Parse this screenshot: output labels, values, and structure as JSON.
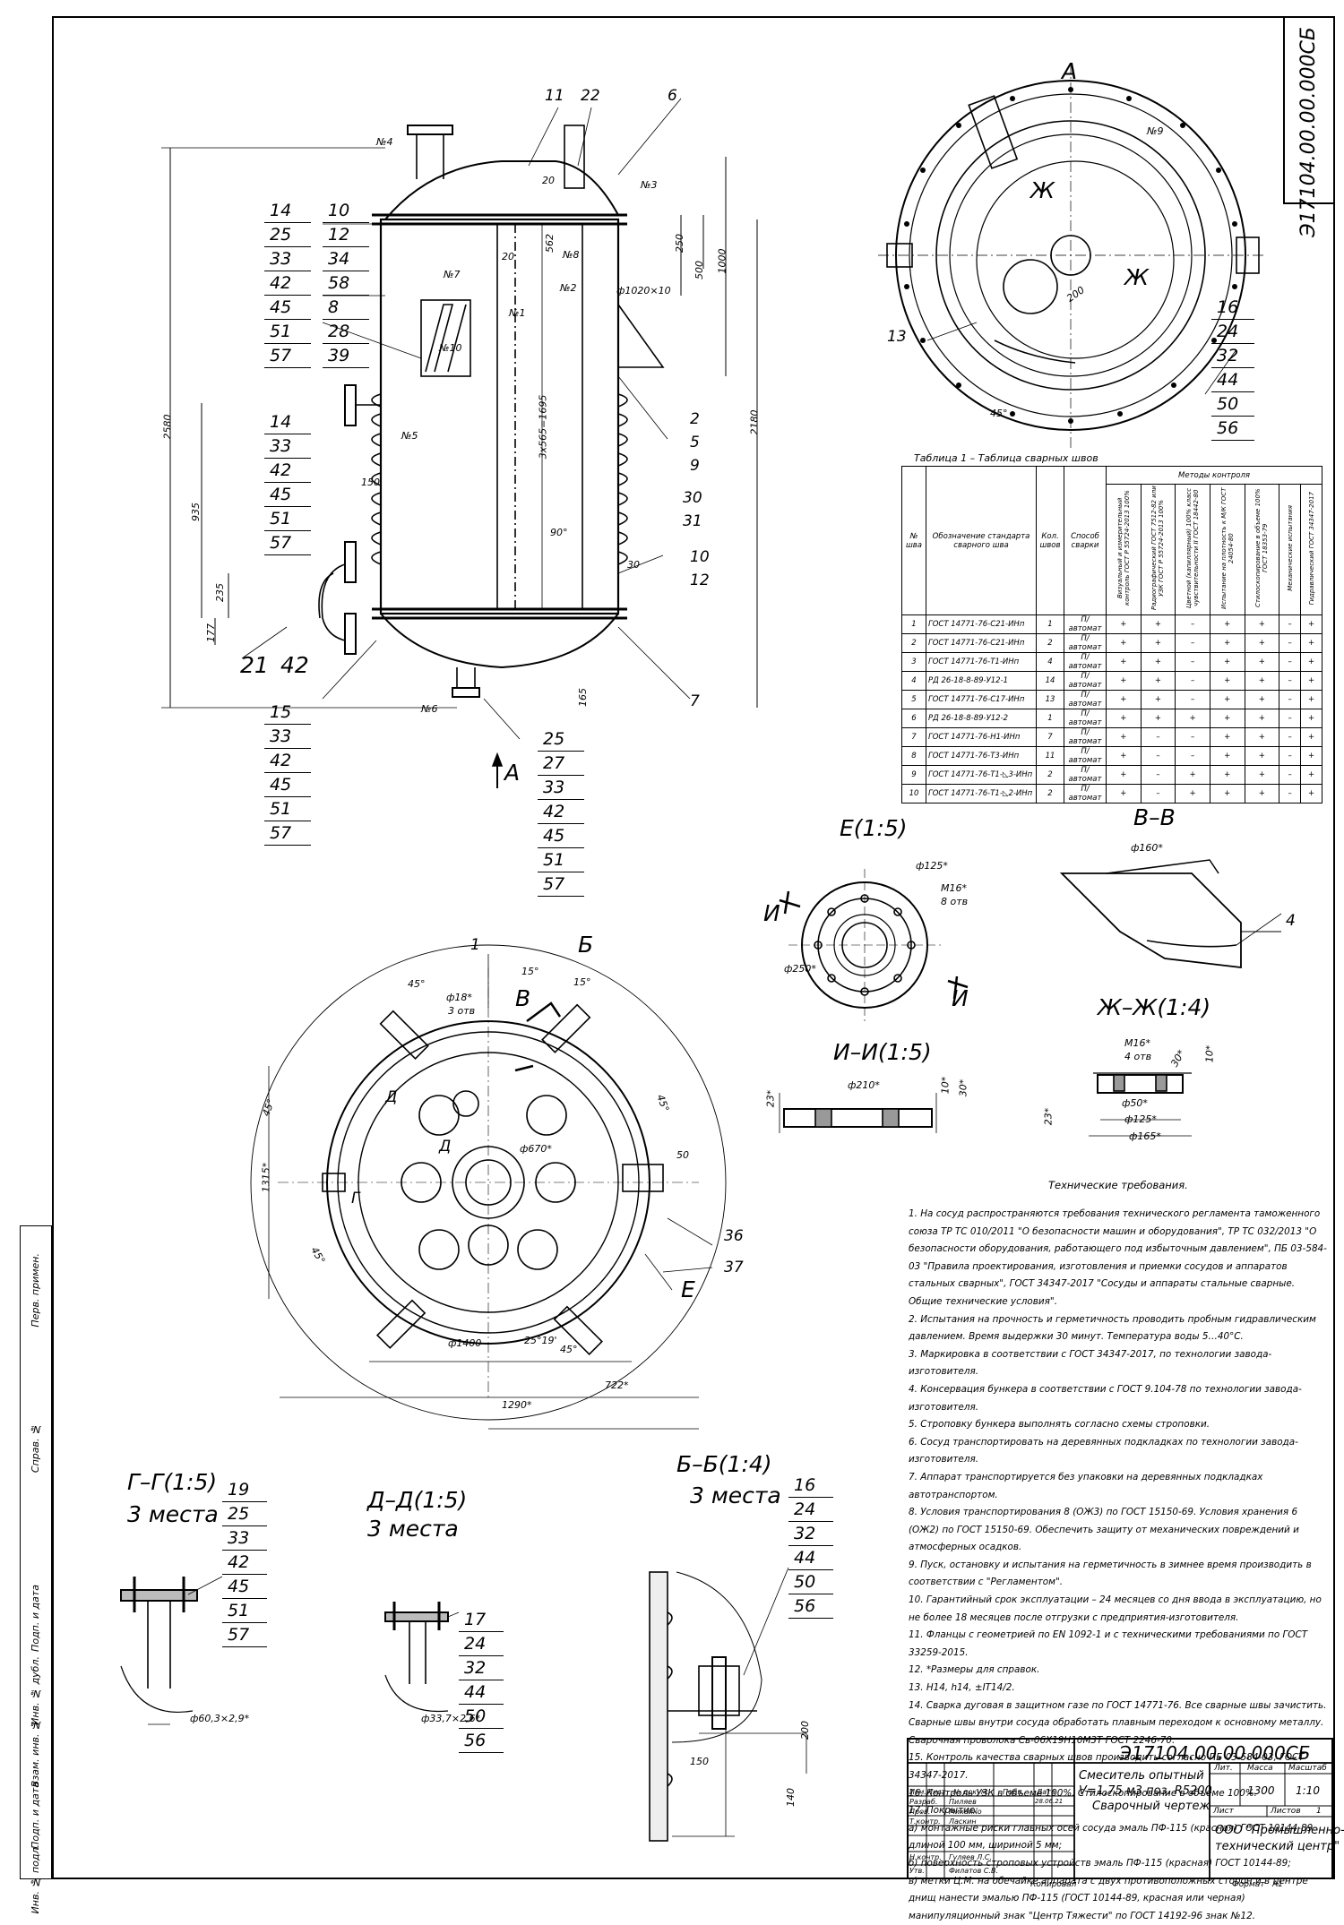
{
  "doc_code": "Э17104.00.00.000СБ",
  "views": {
    "a": "А",
    "a_arrow": "А",
    "e": "Е(1:5)",
    "vv": "В–В",
    "zhzh": "Ж–Ж(1:4)",
    "ii": "И–И(1:5)",
    "gg": "Г–Г(1:5)",
    "gg_sub": "3 места",
    "dd": "Д–Д(1:5)",
    "dd_sub": "3 места",
    "bb": "Б–Б(1:4)",
    "bb_sub": "3 места",
    "cut_b": "Б",
    "cut_v": "В",
    "cut_e": "Е",
    "cut_zh1": "Ж",
    "cut_zh2": "Ж",
    "cut_i1": "И",
    "cut_i2": "И",
    "cut_g": "Г",
    "cut_d1": "Д",
    "cut_d2": "Д"
  },
  "positions": {
    "top": [
      "11",
      "22",
      "6"
    ],
    "left_stack_1": [
      "14",
      "25",
      "33",
      "42",
      "45",
      "51",
      "57"
    ],
    "left_pairs": [
      "10",
      "12",
      "34",
      "58",
      "8",
      "28",
      "39"
    ],
    "left_stack_2": [
      "14",
      "33",
      "42",
      "45",
      "51",
      "57"
    ],
    "left_bottom_pair": [
      "21",
      "42"
    ],
    "left_stack_3": [
      "15",
      "33",
      "42",
      "45",
      "51",
      "57"
    ],
    "bottom_stack": [
      "25",
      "27",
      "33",
      "42",
      "45",
      "51",
      "57"
    ],
    "right_side": [
      "2",
      "5",
      "9",
      "30",
      "31",
      "10",
      "12",
      "7"
    ],
    "plan_stack": [
      "16",
      "24",
      "32",
      "44",
      "50",
      "56"
    ],
    "plan_13": "13",
    "view_vv_4": "4",
    "plan2_1": "1",
    "plan2_36": "36",
    "plan2_37": "37",
    "gg_stack": [
      "19",
      "25",
      "33",
      "42",
      "45",
      "51",
      "57"
    ],
    "dd_stack": [
      "17",
      "24",
      "32",
      "44",
      "50",
      "56"
    ],
    "bb_stack": [
      "16",
      "24",
      "32",
      "44",
      "50",
      "56"
    ]
  },
  "dimensions": {
    "h2580": "2580",
    "h2180": "2180",
    "h1000": "1000",
    "h500": "500",
    "h250": "250",
    "d1020": "ф1020×10",
    "h935": "935",
    "h3x565": "3х565=1695",
    "w150": "150",
    "h235": "235",
    "h177": "177",
    "w30": "30",
    "a90": "90°",
    "h165": "165",
    "w562": "562",
    "h20a": "20",
    "h20b": "20",
    "w200": "200",
    "a45": "45°",
    "d125": "ф125*",
    "m16": "М16*",
    "m16_sub": "8 отв",
    "d250": "ф250*",
    "d160": "ф160*",
    "d210": "ф210*",
    "h23": "23*",
    "h10": "10*",
    "h30": "30*",
    "zh_m16": "М16*",
    "zh_sub": "4 отв",
    "zh_d50": "ф50*",
    "zh_d125": "ф125*",
    "zh_d165": "ф165*",
    "zh_h23": "23*",
    "zh_h10": "10*",
    "zh_a30": "30*",
    "p_d18": "ф18*",
    "p_3otv": "3 отв",
    "p_15a": "15°",
    "p_15b": "15°",
    "p_45a": "45°",
    "p_45b": "45°",
    "p_45c": "45°",
    "p_45d": "45°",
    "p_45e": "45°",
    "p_1315": "1315*",
    "p_50": "50",
    "p_d670": "ф670*",
    "p_d1400": "ф1400",
    "p_2519": "25°19'",
    "p_722": "722*",
    "p_1290": "1290*",
    "gg_d": "ф60,3×2,9*",
    "dd_d": "ф33,7×2,6*",
    "bb_150": "150",
    "bb_200": "200",
    "bb_140": "140"
  },
  "weld_marks": {
    "n1": "№1",
    "n2": "№2",
    "n3": "№3",
    "n4": "№4",
    "n5": "№5",
    "n6": "№6",
    "n7": "№7",
    "n8": "№8",
    "n9": "№9",
    "n10": "№10"
  },
  "weld_table": {
    "caption": "Таблица 1 – Таблица сварных швов",
    "h_num": "№ шва",
    "h_std": "Обозначение стандарта сварного шва",
    "h_qty": "Кол. швов",
    "h_method": "Способ сварки",
    "h_control": "Методы контроля",
    "h_methods": [
      "Визуальный и измерительный контроль ГОСТ Р 55724-2013 100%",
      "Радиографический ГОСТ 7512-82 или УЗК ГОСТ Р 55724-2013 100%",
      "Цветной (капиллярный) 100% класс чувствительности II ГОСТ 18442-80",
      "Испытание на плотность к М/К ГОСТ 24054-80",
      "Стилоскопирование в объеме 100% ГОСТ 18353-79",
      "Механические испытания",
      "Гидравлический ГОСТ 34347-2017"
    ],
    "rows": [
      {
        "n": "1",
        "std": "ГОСТ 14771-76-С21-ИНп",
        "q": "1",
        "m": "П/автомат",
        "c": [
          "+",
          "+",
          "–",
          "+",
          "+",
          "–",
          "+"
        ]
      },
      {
        "n": "2",
        "std": "ГОСТ 14771-76-С21-ИНп",
        "q": "2",
        "m": "П/автомат",
        "c": [
          "+",
          "+",
          "–",
          "+",
          "+",
          "–",
          "+"
        ]
      },
      {
        "n": "3",
        "std": "ГОСТ 14771-76-Т1-ИНп",
        "q": "4",
        "m": "П/автомат",
        "c": [
          "+",
          "+",
          "–",
          "+",
          "+",
          "–",
          "+"
        ]
      },
      {
        "n": "4",
        "std": "РД 26-18-8-89-У12-1",
        "q": "14",
        "m": "П/автомат",
        "c": [
          "+",
          "+",
          "–",
          "+",
          "+",
          "–",
          "+"
        ]
      },
      {
        "n": "5",
        "std": "ГОСТ 14771-76-С17-ИНп",
        "q": "13",
        "m": "П/автомат",
        "c": [
          "+",
          "+",
          "–",
          "+",
          "+",
          "–",
          "+"
        ]
      },
      {
        "n": "6",
        "std": "РД 26-18-8-89-У12-2",
        "q": "1",
        "m": "П/автомат",
        "c": [
          "+",
          "+",
          "+",
          "+",
          "+",
          "–",
          "+"
        ]
      },
      {
        "n": "7",
        "std": "ГОСТ 14771-76-Н1-ИНп",
        "q": "7",
        "m": "П/автомат",
        "c": [
          "+",
          "–",
          "–",
          "+",
          "+",
          "–",
          "+"
        ]
      },
      {
        "n": "8",
        "std": "ГОСТ 14771-76-Т3-ИНп",
        "q": "11",
        "m": "П/автомат",
        "c": [
          "+",
          "–",
          "–",
          "+",
          "+",
          "–",
          "+"
        ]
      },
      {
        "n": "9",
        "std": "ГОСТ 14771-76-Т1-◺3-ИНп",
        "q": "2",
        "m": "П/автомат",
        "c": [
          "+",
          "–",
          "+",
          "+",
          "+",
          "–",
          "+"
        ]
      },
      {
        "n": "10",
        "std": "ГОСТ 14771-76-Т1-◺2-ИНп",
        "q": "2",
        "m": "П/автомат",
        "c": [
          "+",
          "–",
          "+",
          "+",
          "+",
          "–",
          "+"
        ]
      }
    ]
  },
  "tech_req": {
    "title": "Технические требования.",
    "items": [
      "1. На сосуд распространяются требования технического регламента таможенного союза ТР ТС 010/2011 \"О безопасности машин и оборудования\", ТР ТС 032/2013 \"О безопасности оборудования, работающего под избыточным давлением\", ПБ 03-584-03 \"Правила проектирования, изготовления и приемки сосудов и аппаратов стальных сварных\", ГОСТ 34347-2017 \"Сосуды и аппараты стальные сварные. Общие технические условия\".",
      "2. Испытания на прочность и герметичность проводить пробным гидравлическим давлением. Время выдержки 30 минут. Температура воды 5…40°С.",
      "3. Маркировка в соответствии с ГОСТ 34347-2017, по технологии завода-изготовителя.",
      "4. Консервация бункера в соответствии с ГОСТ 9.104-78 по технологии завода-изготовителя.",
      "5. Строповку бункера выполнять согласно схемы строповки.",
      "6. Сосуд транспортировать на деревянных подкладках по технологии завода-изготовителя.",
      "7. Аппарат транспортируется без упаковки на деревянных подкладках автотранспортом.",
      "8. Условия транспортирования 8 (ОЖ3) по ГОСТ 15150-69. Условия хранения 6 (ОЖ2) по ГОСТ 15150-69. Обеспечить защиту от механических повреждений и атмосферных осадков.",
      "9. Пуск, остановку и испытания на герметичность в зимнее время производить в соответствии с \"Регламентом\".",
      "10. Гарантийный срок эксплуатации – 24 месяцев со дня ввода в эксплуатацию, но не более 18 месяцев после отгрузки с предприятия-изготовителя.",
      "11. Фланцы с геометрией по EN 1092-1 и с техническими требованиями по ГОСТ 33259-2015.",
      "12. *Размеры для справок.",
      "13. Н14, h14, ±IT14/2.",
      "14. Сварка дуговая в защитном газе по ГОСТ 14771-76. Все сварные швы зачистить. Сварные швы внутри сосуда обработать плавным переходом к основному металлу. Сварочная проволока Св-06Х19Н10М3Т ГОСТ 2246-70.",
      "15. Контроль качества сварных швов производить согласно ПБ 03-584-03, ГОСТ 34347-2017.",
      "16. Контроль УЗК в объеме 100%. Стилоскопирование в объеме 100%.",
      "17. Покрытие:",
      "а) монтажные риски главных осей сосуда эмаль ПФ-115 (красная) ГОСТ 10144-89 длиной 100 мм, шириной 5 мм;",
      "б) поверхность строповых устройств эмаль ПФ-115 (красная) ГОСТ 10144-89;",
      "в) метки Ц.М. на обечайке аппарата с двух противоположных сторон и в центре днищ нанести эмалью ПФ-115 (ГОСТ 10144-89, красная или черная) манипуляционный знак \"Центр Тяжести\" по ГОСТ 14192-96 знак №12."
    ]
  },
  "stamp": {
    "code": "Э17104.00.00.000СБ",
    "title1": "Смеситель опытный",
    "title2": "V=1,75 м3 поз. R5200",
    "title3": "Сварочный чертеж",
    "lit": "Лит.",
    "massa": "Масса",
    "masshtab": "Масштаб",
    "mass_val": "1300",
    "scale_val": "1:10",
    "list": "Лист",
    "listov": "Листов",
    "listov_val": "1",
    "org1": "ООО \"Промышленно-",
    "org2": "технический центр\"",
    "h_izm": "Изм.",
    "h_list": "Лист",
    "h_doc": "№ докум.",
    "h_podp": "Подп.",
    "h_data": "Дата",
    "r_razrab": "Разраб.",
    "n_razrab": "Пиляев",
    "d_razrab": "28.06.21",
    "r_prov": "Пров.",
    "n_prov": "Михайко",
    "r_tkontr": "Т.контр.",
    "n_tkontr": "Ласкин",
    "r_nkontr": "Н.контр.",
    "n_nkontr": "Гуляев Л.С.",
    "r_utv": "Утв.",
    "n_utv": "Филатов С.В.",
    "kopiroval": "Копировал",
    "format": "Формат",
    "format_val": "А1"
  },
  "left_strip": {
    "perv": "Перв. примен.",
    "sprav": "Справ. №",
    "podp1": "Подп. и дата",
    "inv_dubl": "Инв. № дубл.",
    "vzam": "Взам. инв. №",
    "podp2": "Подп. и дата",
    "inv_podl": "Инв. № подл."
  }
}
